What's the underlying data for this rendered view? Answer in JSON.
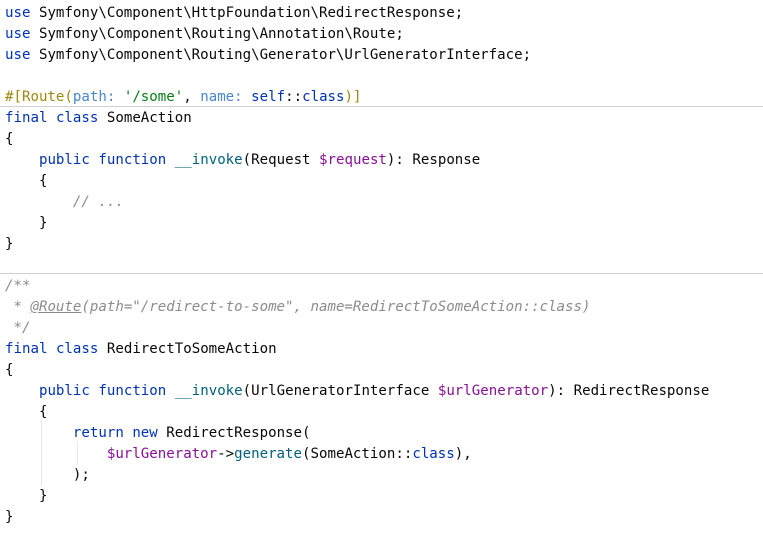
{
  "lines": [
    {
      "tokens": [
        {
          "t": "kw",
          "v": "use"
        },
        {
          "t": "pl",
          "v": " Symfony\\Component\\HttpFoundation\\RedirectResponse;"
        }
      ]
    },
    {
      "tokens": [
        {
          "t": "kw",
          "v": "use"
        },
        {
          "t": "pl",
          "v": " Symfony\\Component\\Routing\\Annotation\\Route;"
        }
      ]
    },
    {
      "tokens": [
        {
          "t": "kw",
          "v": "use"
        },
        {
          "t": "pl",
          "v": " Symfony\\Component\\Routing\\Generator\\UrlGeneratorInterface;"
        }
      ]
    },
    {
      "tokens": []
    },
    {
      "tokens": [
        {
          "t": "attr",
          "v": "#[Route("
        },
        {
          "t": "param",
          "v": "path:"
        },
        {
          "t": "pl",
          "v": " "
        },
        {
          "t": "str",
          "v": "'/some'"
        },
        {
          "t": "pl",
          "v": ", "
        },
        {
          "t": "param",
          "v": "name:"
        },
        {
          "t": "pl",
          "v": " "
        },
        {
          "t": "kw",
          "v": "self"
        },
        {
          "t": "pl",
          "v": "::"
        },
        {
          "t": "kw",
          "v": "class"
        },
        {
          "t": "attr",
          "v": ")]"
        }
      ]
    },
    {
      "tokens": [
        {
          "t": "kw",
          "v": "final"
        },
        {
          "t": "pl",
          "v": " "
        },
        {
          "t": "kw",
          "v": "class"
        },
        {
          "t": "pl",
          "v": " SomeAction"
        }
      ]
    },
    {
      "tokens": [
        {
          "t": "pl",
          "v": "{"
        }
      ]
    },
    {
      "tokens": [
        {
          "t": "pl",
          "v": "    "
        },
        {
          "t": "kw",
          "v": "public"
        },
        {
          "t": "pl",
          "v": " "
        },
        {
          "t": "kw",
          "v": "function"
        },
        {
          "t": "pl",
          "v": " "
        },
        {
          "t": "fn",
          "v": "__invoke"
        },
        {
          "t": "pl",
          "v": "(Request "
        },
        {
          "t": "var",
          "v": "$request"
        },
        {
          "t": "pl",
          "v": "): Response"
        }
      ]
    },
    {
      "tokens": [
        {
          "t": "pl",
          "v": "    {"
        }
      ]
    },
    {
      "tokens": [
        {
          "t": "pl",
          "v": "        "
        },
        {
          "t": "cmt",
          "v": "// ..."
        }
      ]
    },
    {
      "tokens": [
        {
          "t": "pl",
          "v": "    }"
        }
      ]
    },
    {
      "tokens": [
        {
          "t": "pl",
          "v": "}"
        }
      ]
    },
    {
      "tokens": []
    },
    {
      "tokens": [
        {
          "t": "cmt",
          "v": "/**"
        }
      ]
    },
    {
      "tokens": [
        {
          "t": "cmt",
          "v": " * "
        },
        {
          "t": "doctag",
          "v": "@Route"
        },
        {
          "t": "cmt",
          "v": "(path=\"/redirect-to-some\", name=RedirectToSomeAction::class)"
        }
      ]
    },
    {
      "tokens": [
        {
          "t": "cmt",
          "v": " */"
        }
      ]
    },
    {
      "tokens": [
        {
          "t": "kw",
          "v": "final"
        },
        {
          "t": "pl",
          "v": " "
        },
        {
          "t": "kw",
          "v": "class"
        },
        {
          "t": "pl",
          "v": " RedirectToSomeAction"
        }
      ]
    },
    {
      "tokens": [
        {
          "t": "pl",
          "v": "{"
        }
      ]
    },
    {
      "tokens": [
        {
          "t": "pl",
          "v": "    "
        },
        {
          "t": "kw",
          "v": "public"
        },
        {
          "t": "pl",
          "v": " "
        },
        {
          "t": "kw",
          "v": "function"
        },
        {
          "t": "pl",
          "v": " "
        },
        {
          "t": "fn",
          "v": "__invoke"
        },
        {
          "t": "pl",
          "v": "(UrlGeneratorInterface "
        },
        {
          "t": "var",
          "v": "$urlGenerator"
        },
        {
          "t": "pl",
          "v": "): RedirectResponse"
        }
      ]
    },
    {
      "tokens": [
        {
          "t": "pl",
          "v": "    {"
        }
      ]
    },
    {
      "tokens": [
        {
          "t": "pl",
          "v": "        "
        },
        {
          "t": "kw",
          "v": "return"
        },
        {
          "t": "pl",
          "v": " "
        },
        {
          "t": "kw",
          "v": "new"
        },
        {
          "t": "pl",
          "v": " RedirectResponse("
        }
      ]
    },
    {
      "tokens": [
        {
          "t": "pl",
          "v": "            "
        },
        {
          "t": "var",
          "v": "$urlGenerator"
        },
        {
          "t": "pl",
          "v": "->"
        },
        {
          "t": "fn",
          "v": "generate"
        },
        {
          "t": "pl",
          "v": "(SomeAction::"
        },
        {
          "t": "kw",
          "v": "class"
        },
        {
          "t": "pl",
          "v": "),"
        }
      ]
    },
    {
      "tokens": [
        {
          "t": "pl",
          "v": "        );"
        }
      ]
    },
    {
      "tokens": [
        {
          "t": "pl",
          "v": "    }"
        }
      ]
    },
    {
      "tokens": [
        {
          "t": "pl",
          "v": "}"
        }
      ]
    }
  ]
}
